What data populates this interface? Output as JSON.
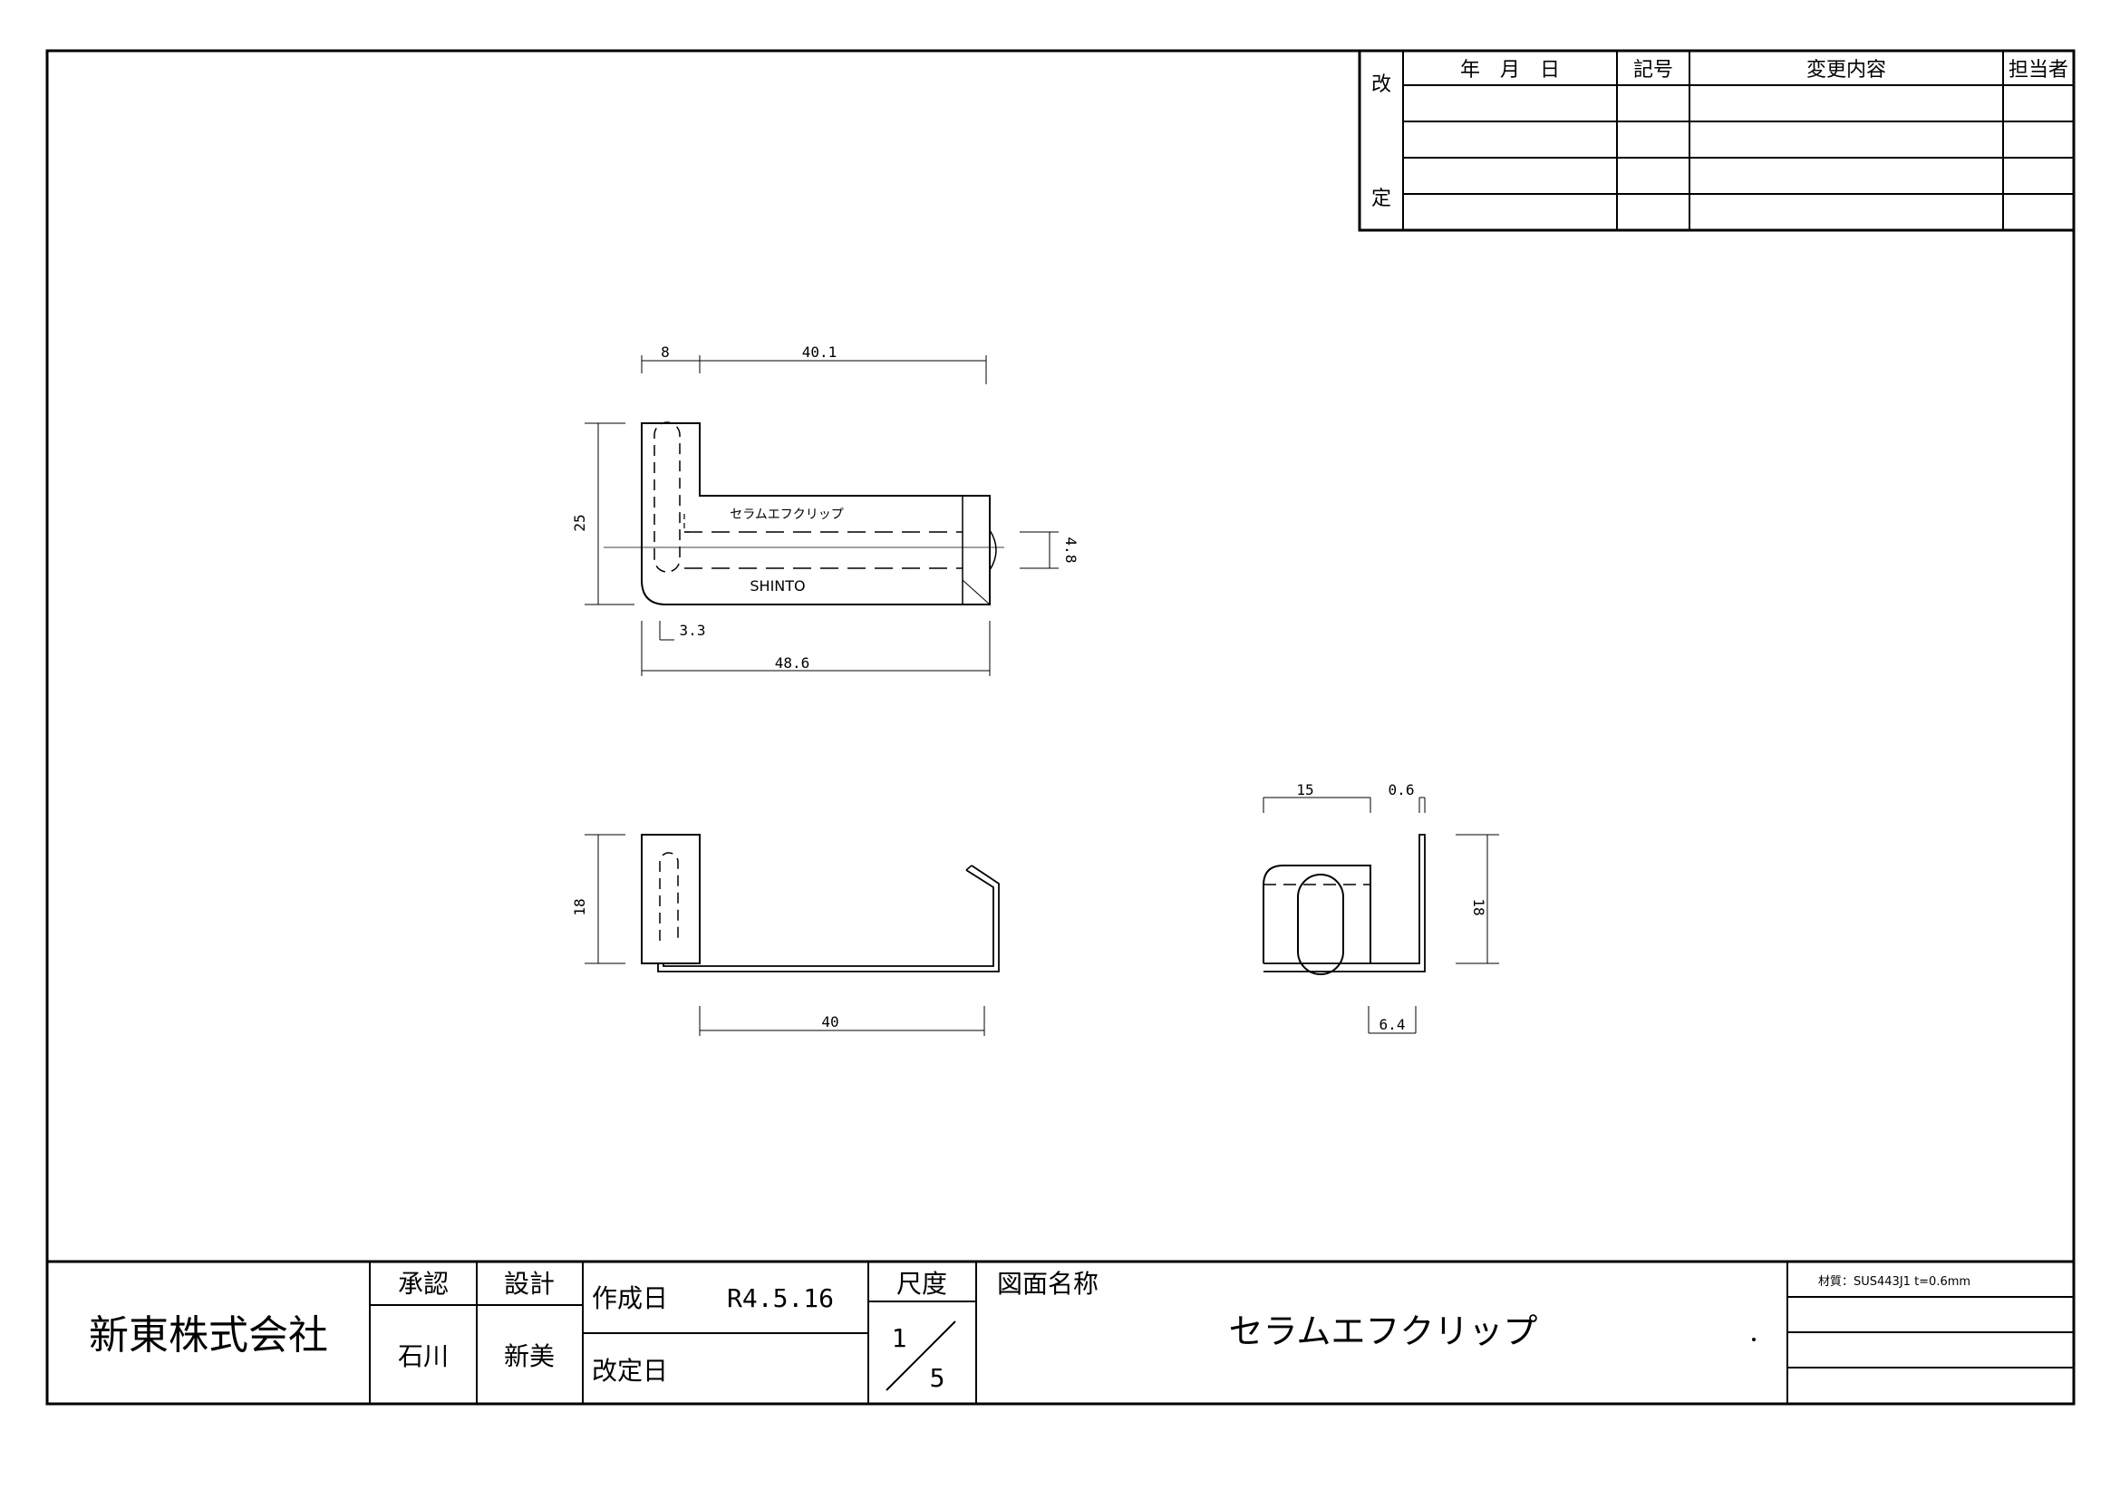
{
  "revision_table": {
    "side_label_top": "改",
    "side_label_bottom": "定",
    "headers": {
      "date": "年　月　日",
      "mark": "記号",
      "content": "変更内容",
      "person": "担当者"
    }
  },
  "dimensions": {
    "top_view": {
      "d8": "8",
      "d40_1": "40.1",
      "d25": "25",
      "d4_8": "4.8",
      "d3_3": "3.3",
      "d48_6": "48.6"
    },
    "front_view": {
      "d18": "18",
      "d40": "40"
    },
    "side_view": {
      "d15": "15",
      "d0_6": "0.6",
      "d18": "18",
      "d6_4": "6.4"
    }
  },
  "part_markings": {
    "katakana": "セラムエフクリップ",
    "brand": "SHINTO"
  },
  "title_block": {
    "company": "新東株式会社",
    "approval_label": "承認",
    "approval_name": "石川",
    "design_label": "設計",
    "design_name": "新美",
    "created_label": "作成日",
    "created_value": "R4.5.16",
    "revised_label": "改定日",
    "scale_label": "尺度",
    "scale_numerator": "1",
    "scale_denominator": "5",
    "drawing_name_label": "図面名称",
    "drawing_name": "セラムエフクリップ",
    "material": "材質：SUS443J1 t=0.6mm"
  }
}
